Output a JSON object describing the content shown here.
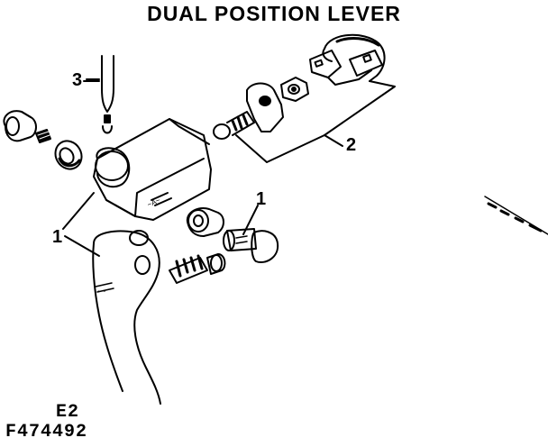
{
  "title": "DUAL POSITION LEVER",
  "callouts": {
    "c3": "3",
    "c2": "2",
    "c1_upper": "1",
    "c1_lower": "1"
  },
  "footer": {
    "section_code": "E2",
    "figure_number": "F474492"
  },
  "colors": {
    "ink": "#000000",
    "paper": "#ffffff"
  }
}
